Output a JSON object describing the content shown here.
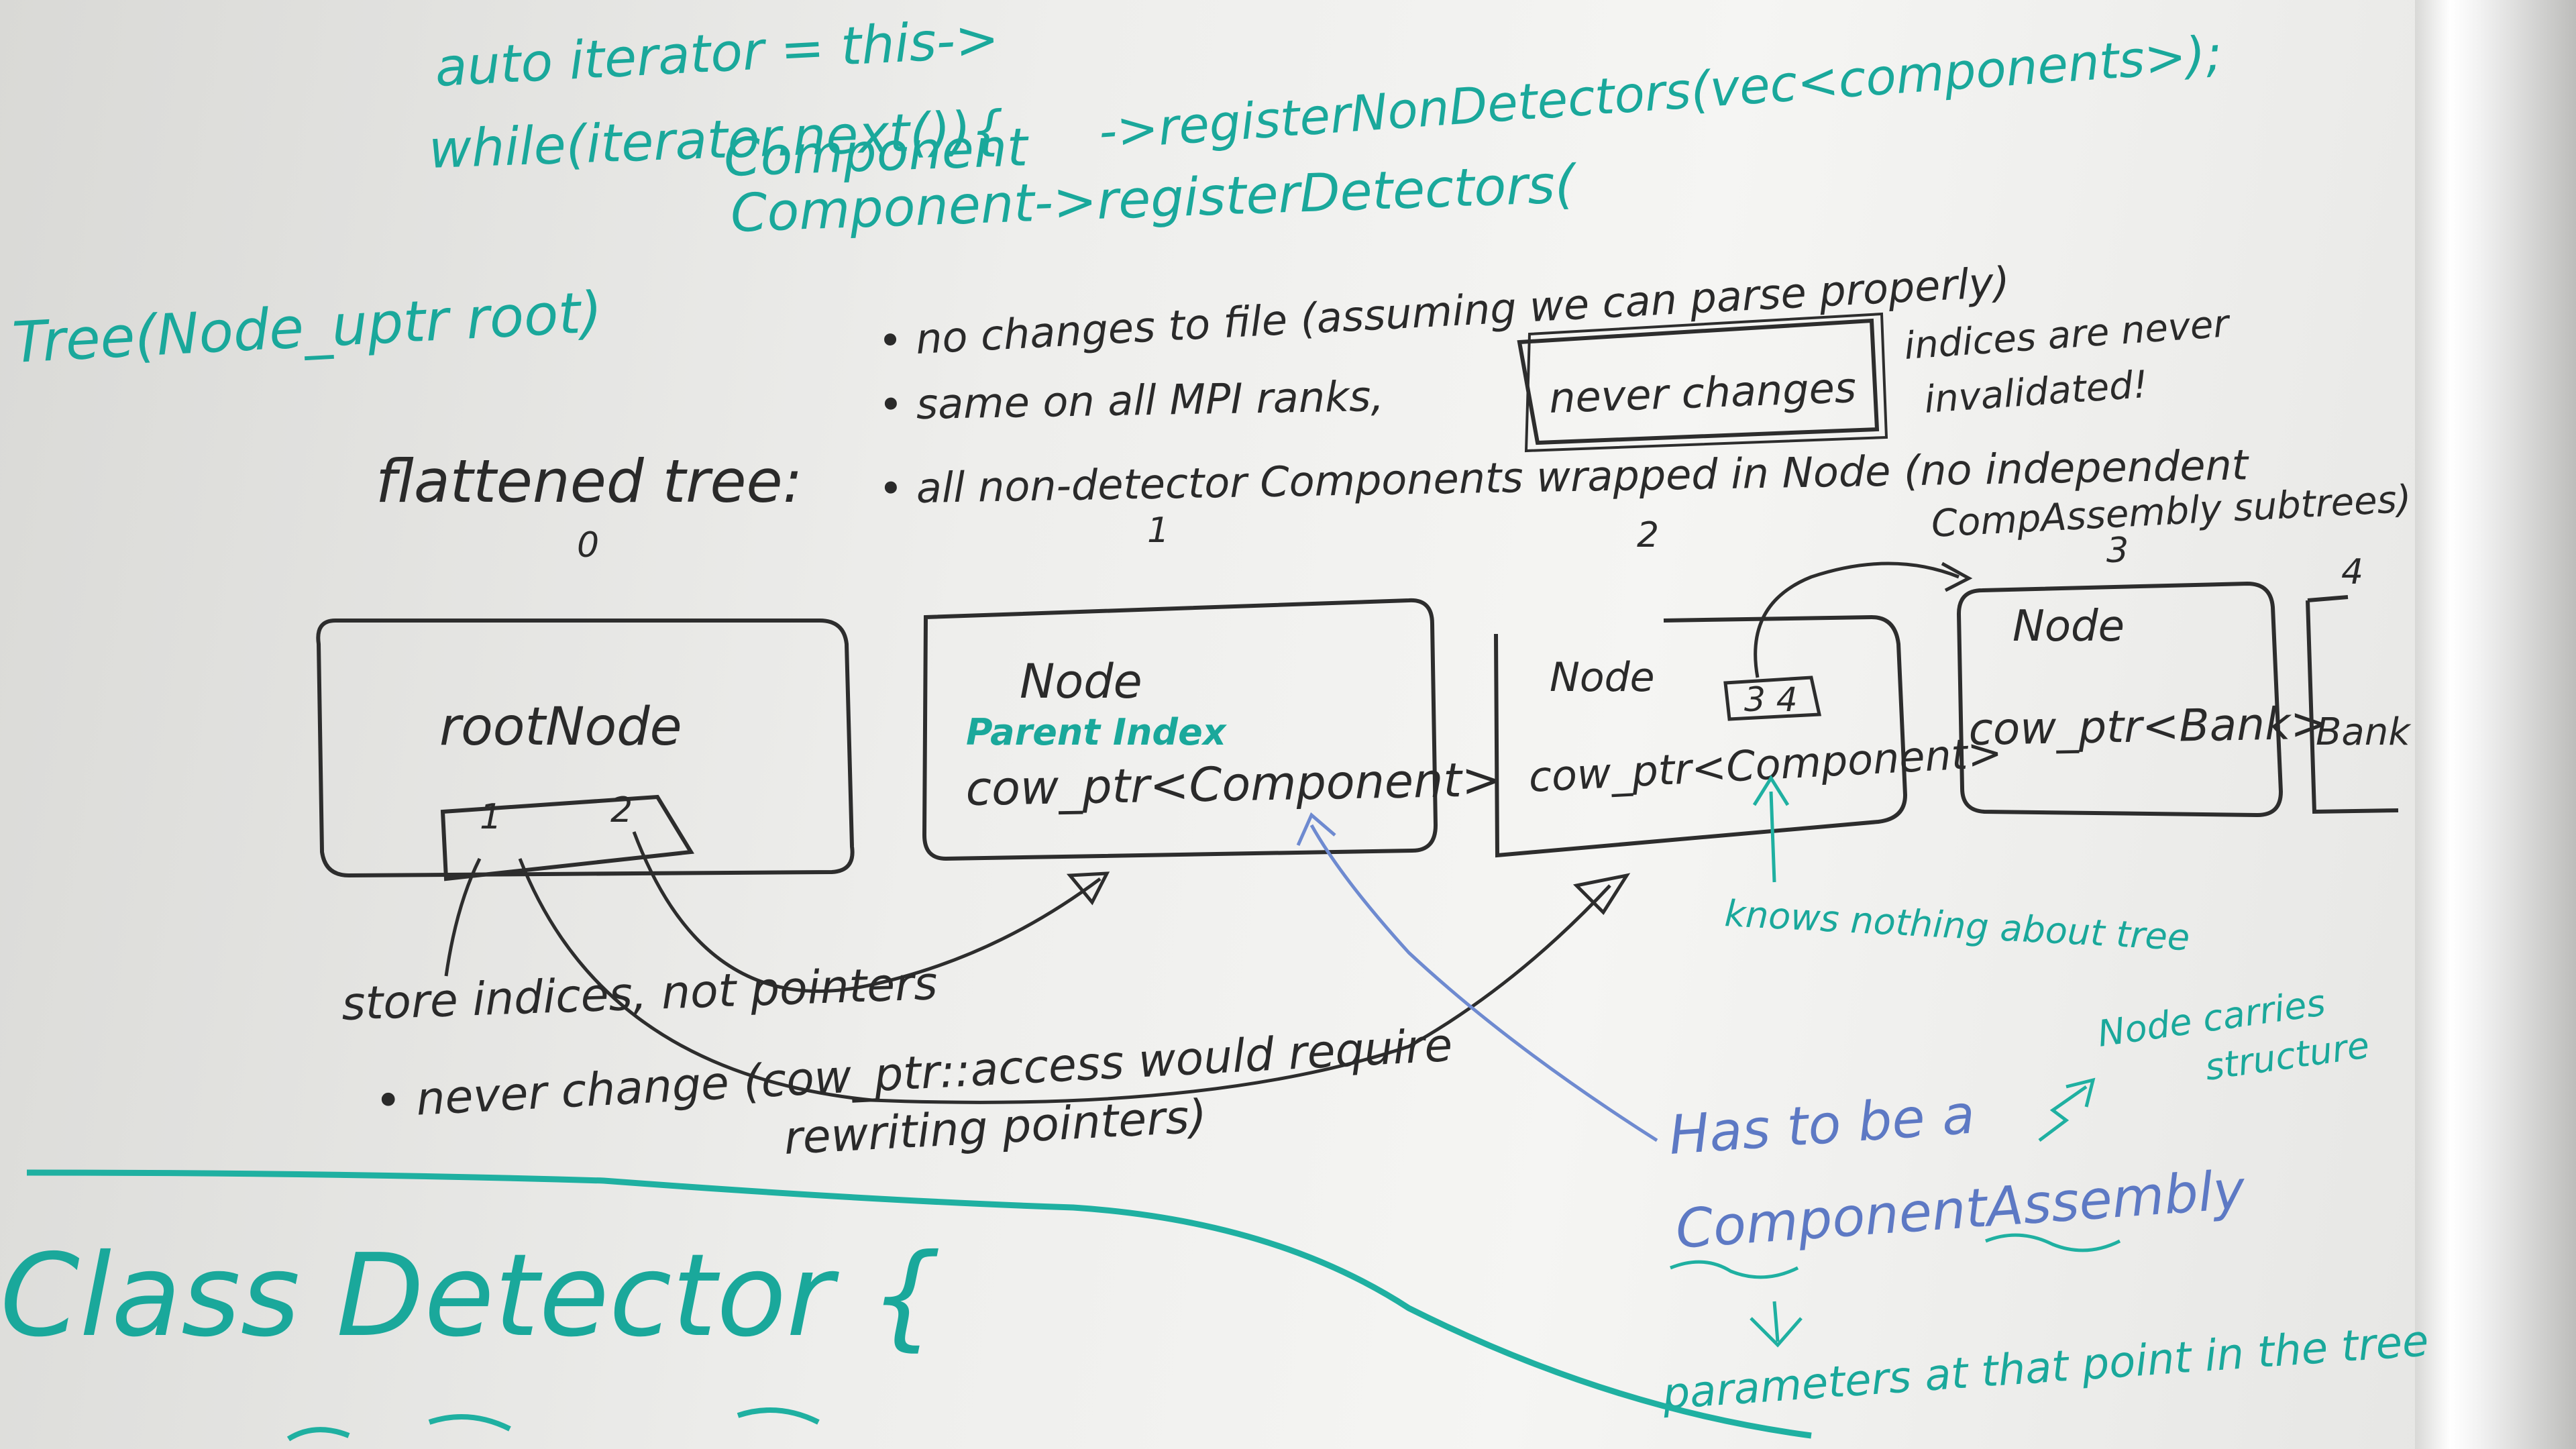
{
  "code": {
    "line1": "auto iterator = this->",
    "line2": "while(iterator.next()){",
    "line2b": "->registerNonDetectors(vec<components>);",
    "line3": "Component",
    "line4": "Component->registerDetectors(",
    "tree_label": "Tree(Node_uptr root)"
  },
  "bullets": [
    "• no changes to file (assuming we can parse properly)",
    "• same on all MPI ranks,",
    "• all non-detector Components wrapped in Node (no independent"
  ],
  "never_changes_box": "never changes",
  "indices_note": [
    "indices are never",
    "invalidated!"
  ],
  "comp_assembly_note": "CompAssembly subtrees)",
  "flattened_tree_label": "flattened tree:",
  "index_labels": [
    "0",
    "1",
    "2",
    "3",
    "4"
  ],
  "boxes": {
    "root": {
      "title": "rootNode",
      "idx1": "1",
      "idx2": "2"
    },
    "node1": {
      "title": "Node",
      "parent_index": "Parent Index",
      "ptr": "cow_ptr<Component>"
    },
    "node2": {
      "title": "Node",
      "children": "3 4",
      "ptr": "cow_ptr<Component>"
    },
    "node3": {
      "title": "Node",
      "ptr": "cow_ptr<Bank>"
    },
    "node4": {
      "ptr": "Bank"
    }
  },
  "notes": {
    "knows_nothing": "knows nothing about tree",
    "store_indices": "store indices, not pointers",
    "never_change": "• never change (cow_ptr::access would require",
    "rewriting": "rewriting pointers)",
    "has_to_be": "Has to be a",
    "component_assembly": "ComponentAssembly",
    "node_carries": [
      "Node carries",
      "structure"
    ],
    "parameters": "parameters at that point in the tree"
  },
  "class_detector": "Class Detector {",
  "colors": {
    "teal": "#1aa89b",
    "dark": "#2a2a2a",
    "blue": "#5d79c4",
    "board": "#f1f1ef"
  }
}
